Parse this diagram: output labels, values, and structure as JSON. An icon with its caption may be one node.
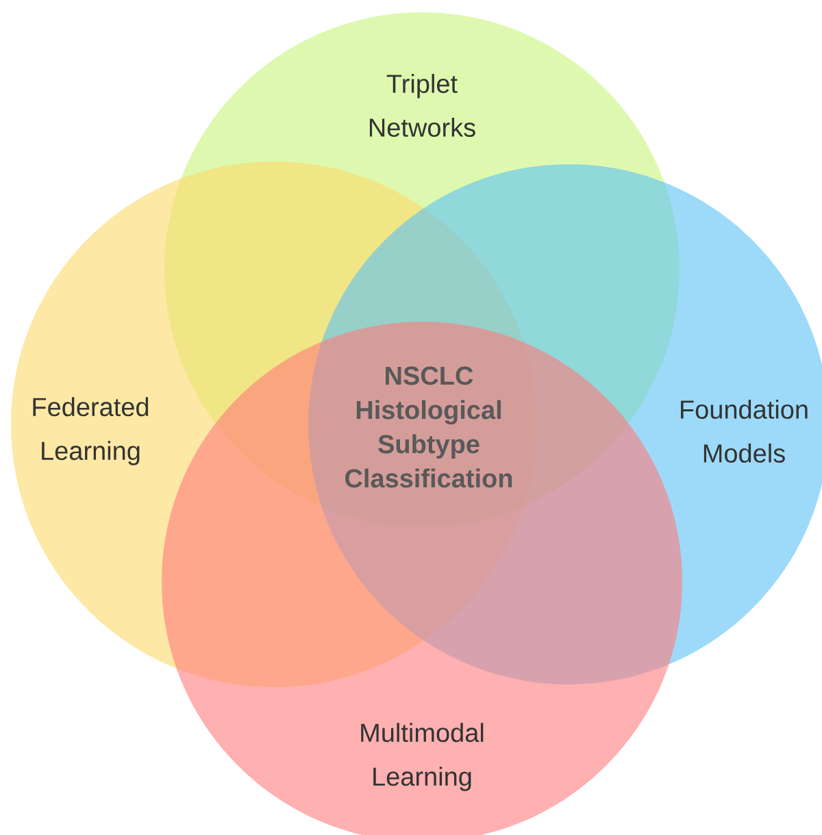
{
  "diagram": {
    "nodes": [
      {
        "text": [
          "Triplet Networks"
        ]
      },
      {
        "text": [
          "Federated Learning"
        ]
      },
      {
        "text": [
          "Foundation Models"
        ]
      },
      {
        "text": [
          "Multimodal Learning"
        ]
      }
    ],
    "labels": [
      "NSCLC Histological Subtype Classification"
    ]
  }
}
